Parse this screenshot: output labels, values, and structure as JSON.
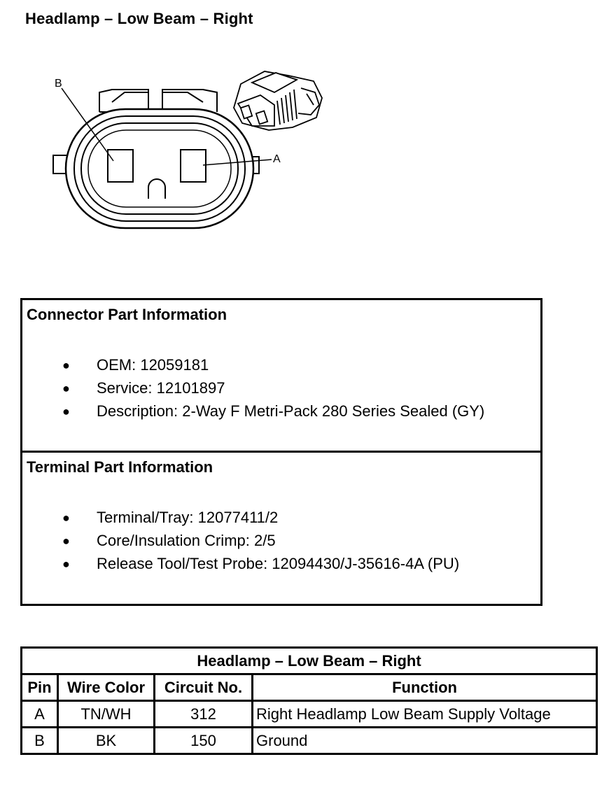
{
  "title": "Headlamp – Low Beam – Right",
  "diagram": {
    "label_b": "B",
    "label_a": "A",
    "inset_icon": "connector-perspective-icon"
  },
  "connector_info": {
    "heading": "Connector Part Information",
    "items": [
      "OEM: 12059181",
      "Service: 12101897",
      "Description: 2-Way F Metri-Pack 280 Series Sealed (GY)"
    ]
  },
  "terminal_info": {
    "heading": "Terminal Part Information",
    "items": [
      "Terminal/Tray: 12077411/2",
      "Core/Insulation Crimp: 2/5",
      "Release Tool/Test Probe: 12094430/J-35616-4A (PU)"
    ]
  },
  "bullet": "●",
  "pin_table": {
    "title": "Headlamp – Low Beam – Right",
    "headers": [
      "Pin",
      "Wire Color",
      "Circuit No.",
      "Function"
    ],
    "rows": [
      [
        "A",
        "TN/WH",
        "312",
        "Right Headlamp Low Beam Supply Voltage"
      ],
      [
        "B",
        "BK",
        "150",
        "Ground"
      ]
    ]
  }
}
